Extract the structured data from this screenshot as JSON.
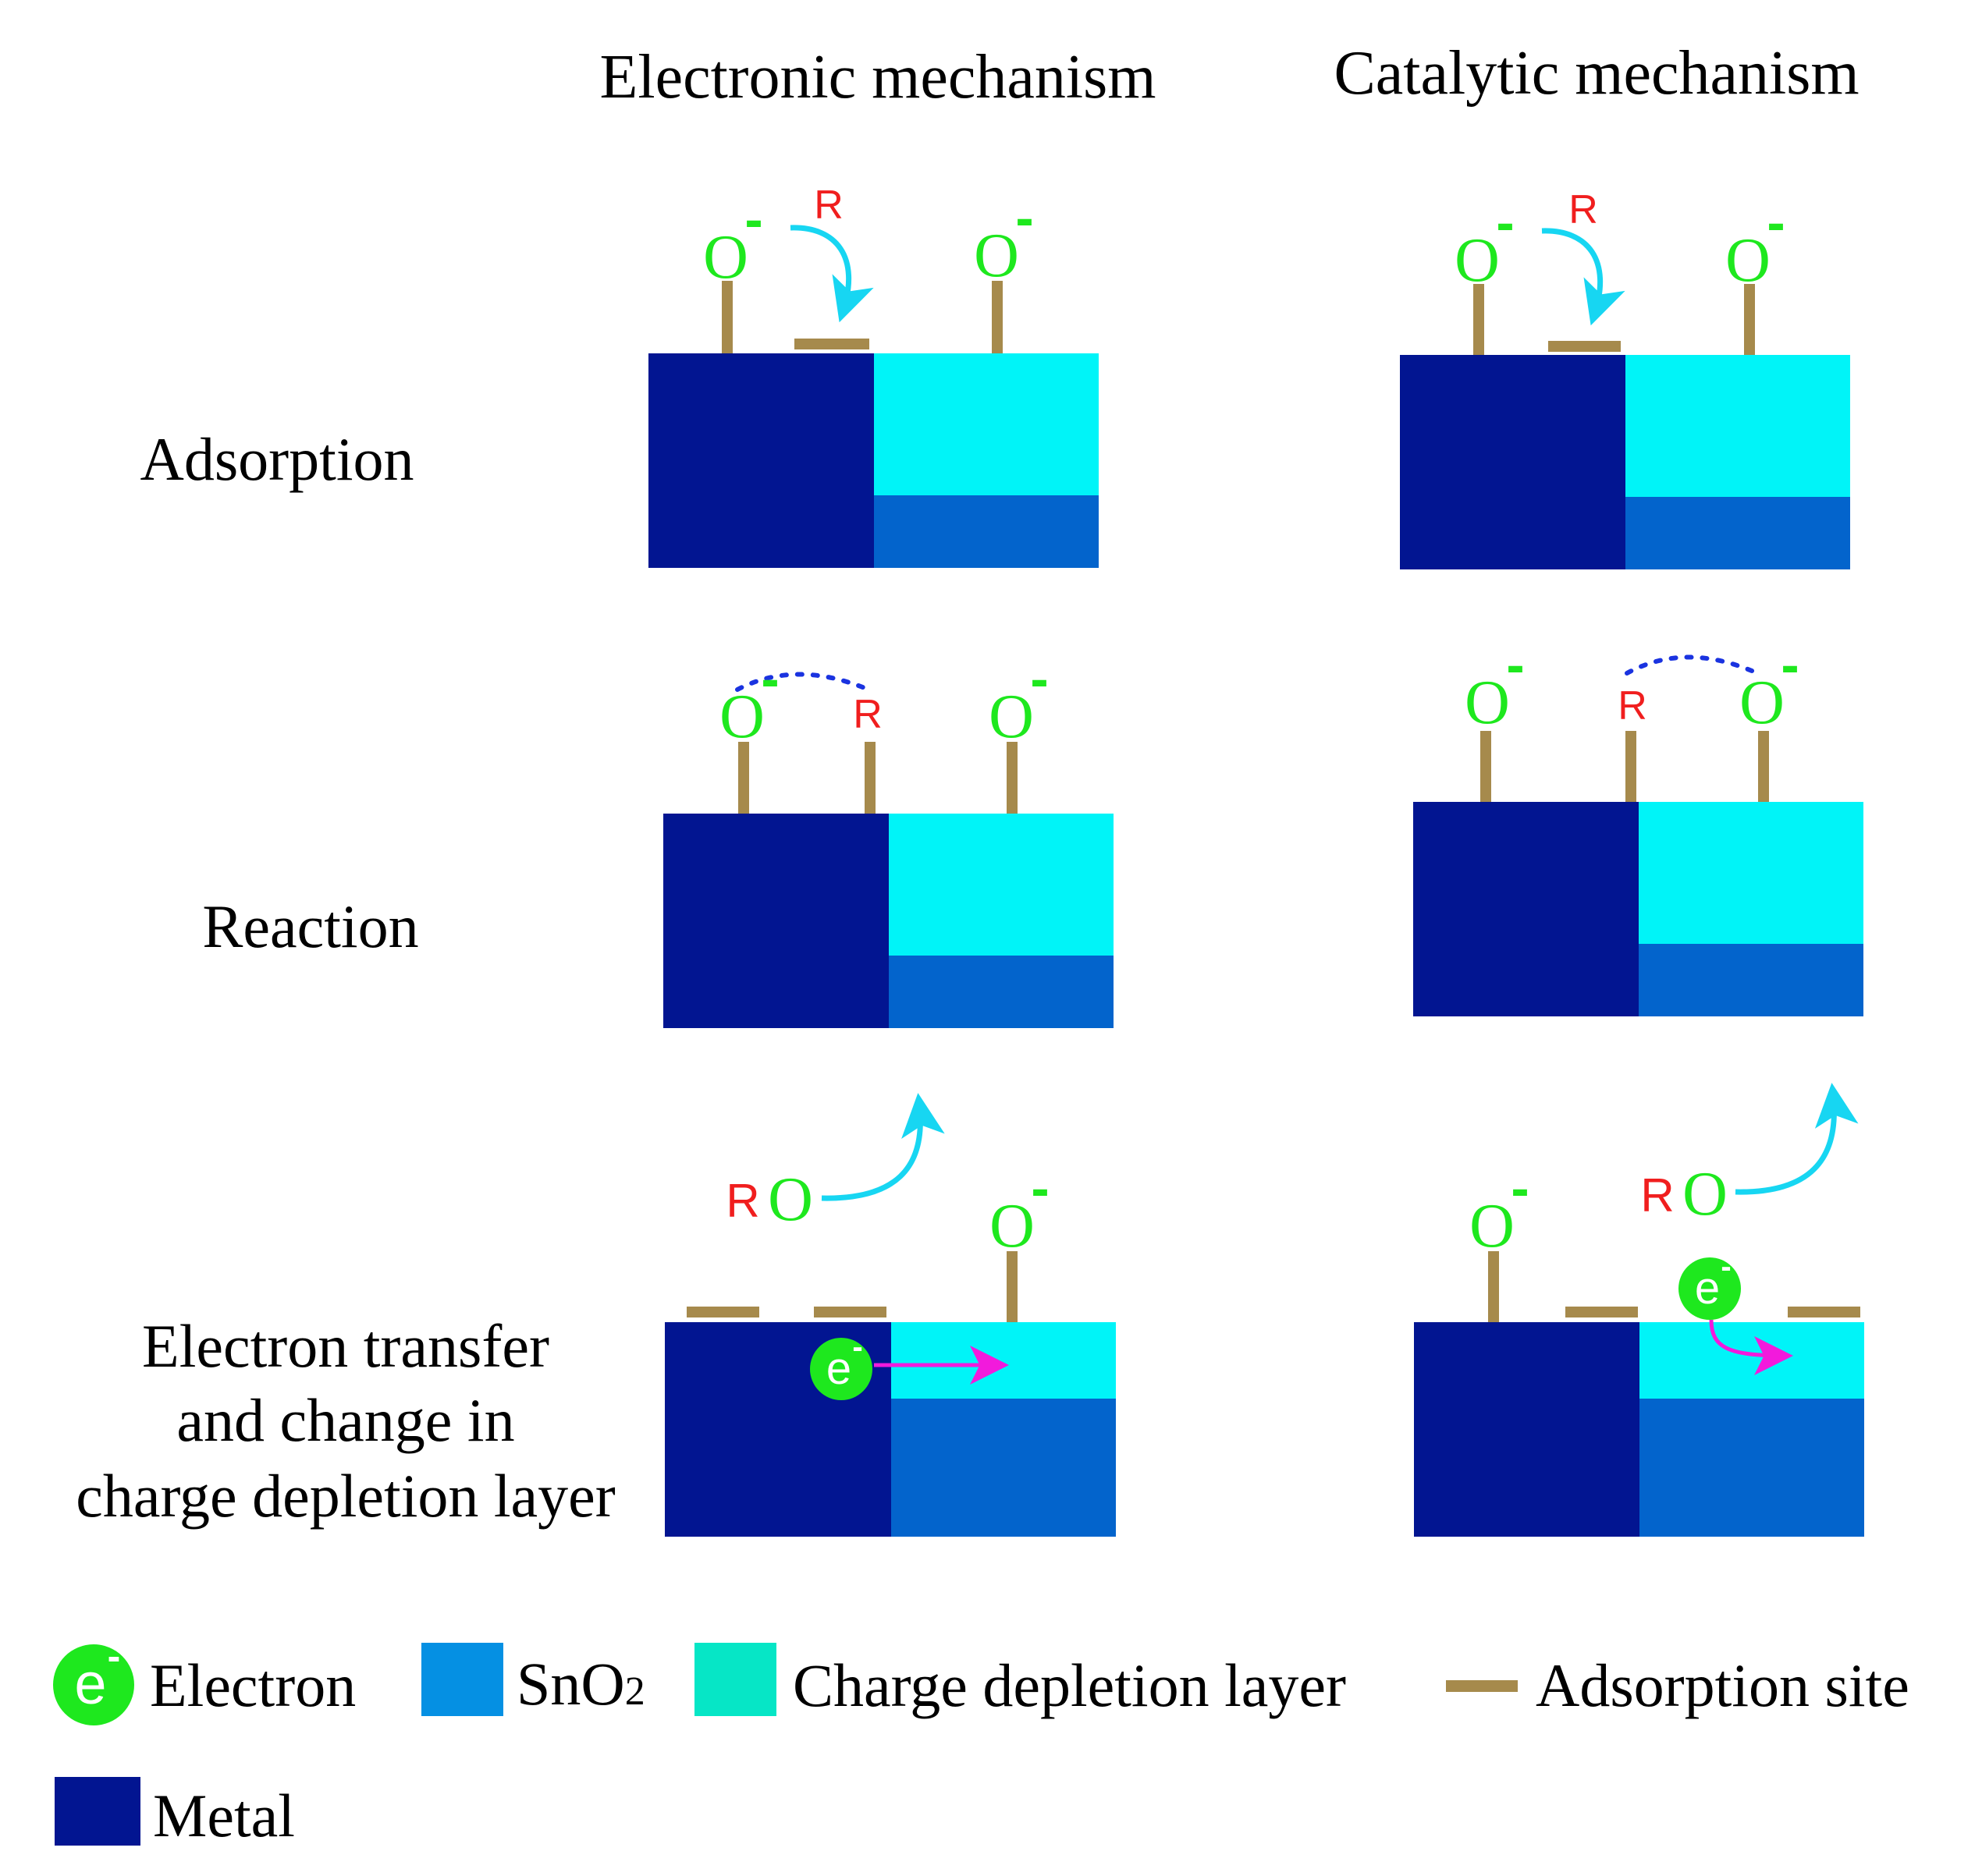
{
  "columns": {
    "electronic": "Electronic mechanism",
    "catalytic": "Catalytic mechanism"
  },
  "rows": {
    "adsorption": "Adsorption",
    "reaction": "Reaction",
    "transfer_line1": "Electron transfer",
    "transfer_line2": "and change in",
    "transfer_line3": "charge depletion layer"
  },
  "species": {
    "oxygen": "O",
    "charge": "-",
    "reducing_gas": "R",
    "product_r": "R",
    "product_o": "O",
    "electron": "e"
  },
  "legend": {
    "electron": "Electron",
    "sno2_main": "SnO",
    "sno2_sub": "2",
    "depletion": "Charge depletion layer",
    "site": "Adsorption site",
    "metal": "Metal"
  },
  "colors": {
    "metal": "#021591",
    "depletion": "#00F4F8",
    "sno2": "#0364CC",
    "legend_sno2": "#0590E3",
    "legend_depletion": "#06E6C6",
    "site": "#A68A4C",
    "oxygen": "#1EE81E",
    "reducing_gas": "#F01E1E",
    "arrow": "#17D6F2",
    "electron_arrow": "#F21ADC",
    "dotted": "#1A33E0",
    "text": "#000000"
  }
}
